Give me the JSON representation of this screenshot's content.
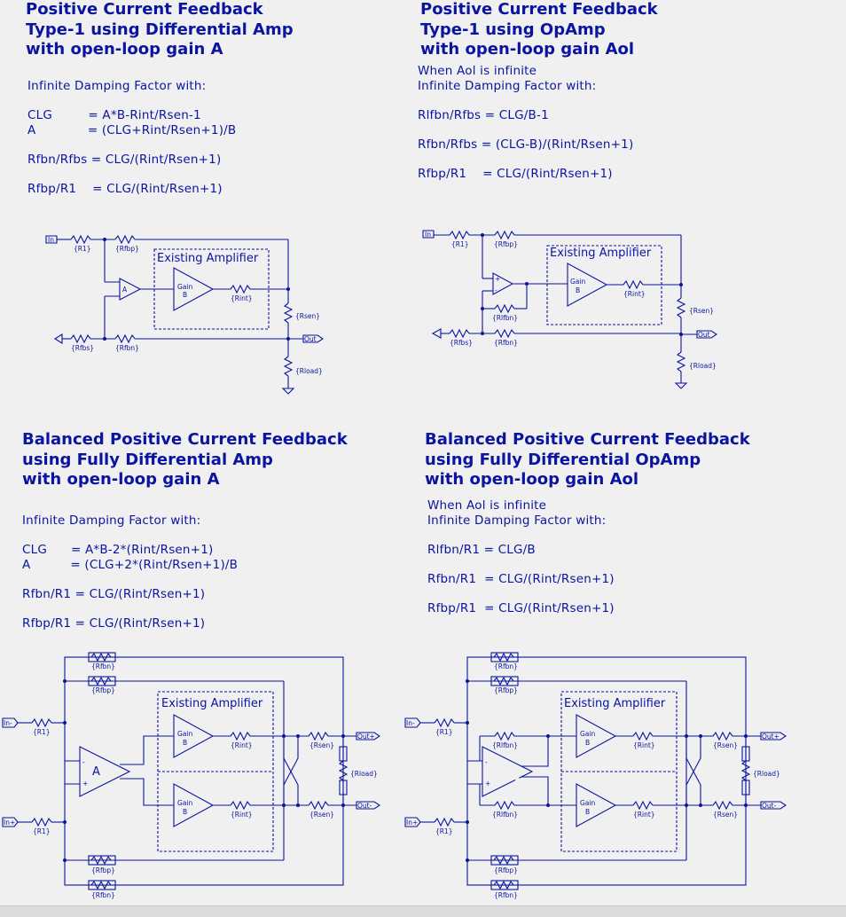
{
  "panels": [
    {
      "title": "Positive Current Feedback\nType-1 using Differential Amp\nwith open-loop gain A",
      "equations": "Infinite Damping Factor with:\n\nCLG         = A*B-Rint/Rsen-1\nA             = (CLG+Rint/Rsen+1)/B\n\nRfbn/Rfbs = CLG/(Rint/Rsen+1)\n\nRfbp/R1    = CLG/(Rint/Rsen+1)"
    },
    {
      "title": "Positive Current Feedback\nType-1 using OpAmp\nwith open-loop gain Aol",
      "equations": "When Aol is infinite\nInfinite Damping Factor with:\n\nRlfbn/Rfbs = CLG/B-1\n\nRfbn/Rfbs = (CLG-B)/(Rint/Rsen+1)\n\nRfbp/R1    = CLG/(Rint/Rsen+1)"
    },
    {
      "title": "Balanced Positive Current Feedback\nusing Fully Differential Amp\nwith open-loop gain A",
      "equations": "Infinite Damping Factor with:\n\nCLG      = A*B-2*(Rint/Rsen+1)\nA          = (CLG+2*(Rint/Rsen+1)/B\n\nRfbn/R1 = CLG/(Rint/Rsen+1)\n\nRfbp/R1 = CLG/(Rint/Rsen+1)"
    },
    {
      "title": "Balanced Positive Current Feedback\nusing Fully Differential OpAmp\nwith open-loop gain Aol",
      "equations": "When Aol is infinite\nInfinite Damping Factor with:\n\nRlfbn/R1 = CLG/B\n\nRfbn/R1  = CLG/(Rint/Rsen+1)\n\nRfbp/R1  = CLG/(Rint/Rsen+1)"
    }
  ],
  "circuit_labels": {
    "existing": "Existing Amplifier",
    "gain": "Gain",
    "b": "B",
    "a": "A",
    "r1": "{R1}",
    "rfbp": "{Rfbp}",
    "rfbn": "{Rfbn}",
    "rfbs": "{Rfbs}",
    "rlfbn": "{Rlfbn}",
    "rint": "{Rint}",
    "rsen": "{Rsen}",
    "rload": "{Rload}",
    "in": "In",
    "out": "Out",
    "in_minus": "In-",
    "in_plus": "In+",
    "out_plus": "Out+",
    "out_minus": "Out-",
    "plus": "+",
    "minus": "-"
  }
}
